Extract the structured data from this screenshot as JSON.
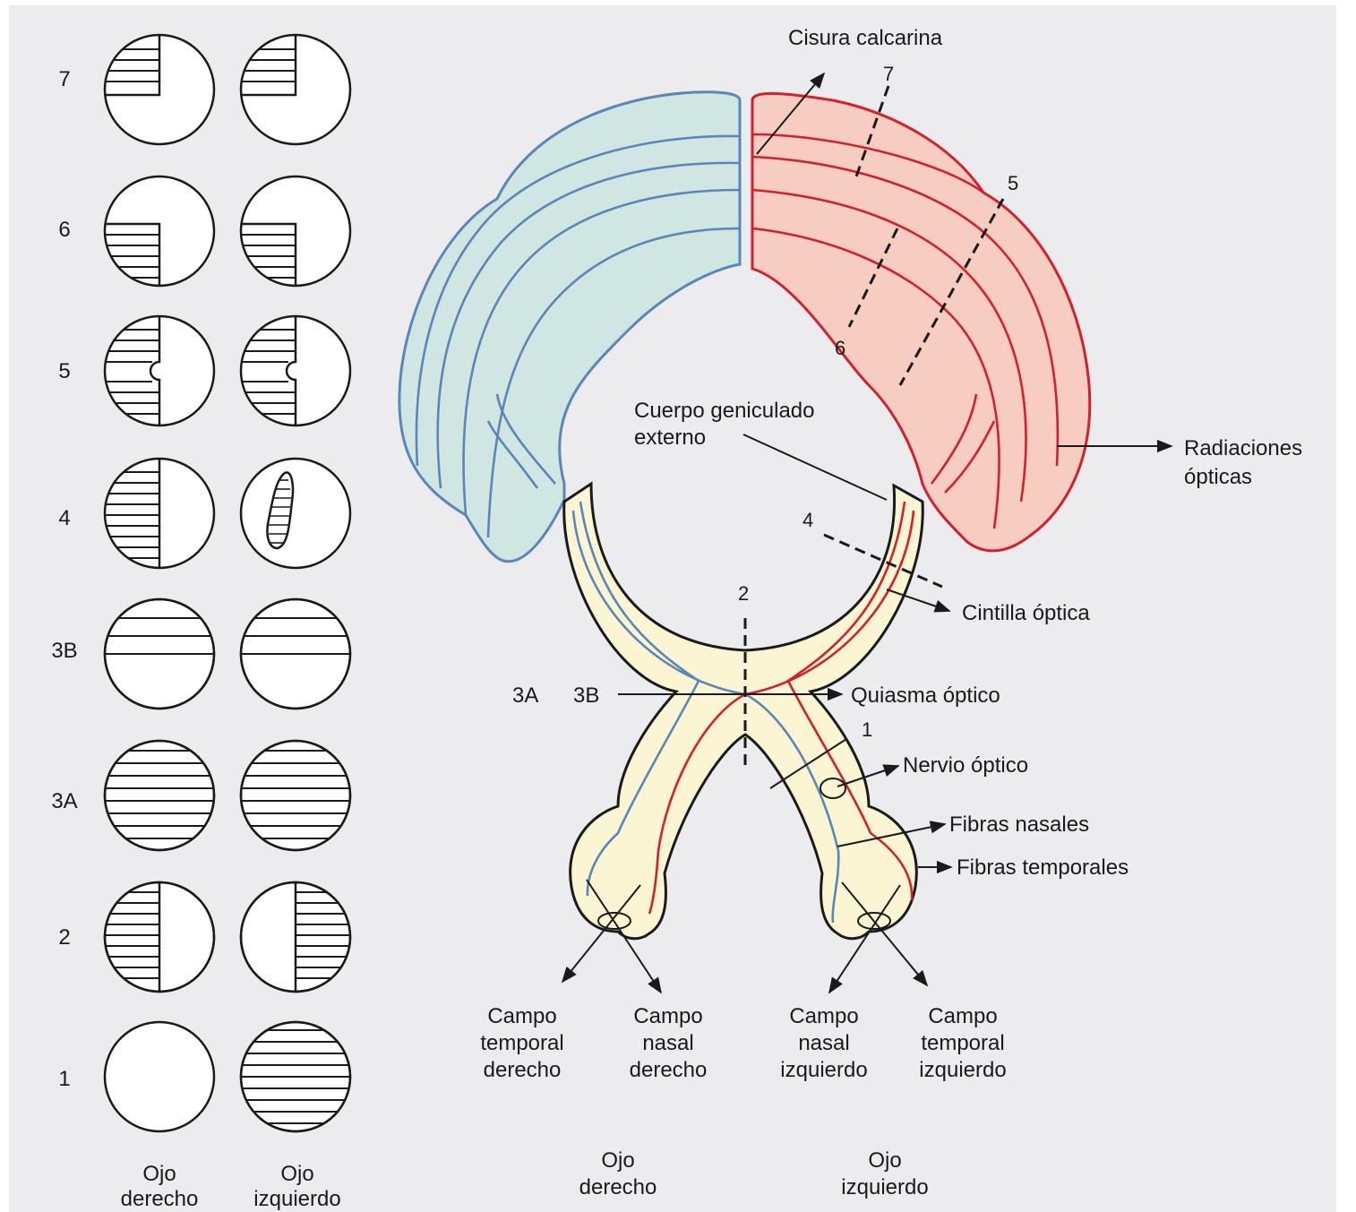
{
  "field_rows": [
    {
      "label": "7"
    },
    {
      "label": "6"
    },
    {
      "label": "5"
    },
    {
      "label": "4"
    },
    {
      "label": "3B"
    },
    {
      "label": "3A"
    },
    {
      "label": "2"
    },
    {
      "label": "1"
    }
  ],
  "columns": {
    "right_eye": [
      "Ojo",
      "derecho"
    ],
    "left_eye": [
      "Ojo",
      "izquierdo"
    ]
  },
  "labels": {
    "cisura_calcarina": "Cisura calcarina",
    "cuerpo_geniculado": [
      "Cuerpo geniculado",
      "externo"
    ],
    "radiaciones": [
      "Radiaciones",
      "ópticas"
    ],
    "cintilla": "Cintilla óptica",
    "quiasma": "Quiasma óptico",
    "nervio": "Nervio óptico",
    "fibras_nasales": "Fibras nasales",
    "fibras_temporales": "Fibras temporales",
    "lesion_3a": "3A",
    "lesion_3b": "3B",
    "lesion_1": "1",
    "lesion_2": "2",
    "lesion_4": "4",
    "lesion_5": "5",
    "lesion_6": "6",
    "lesion_7": "7"
  },
  "bottom_fields": {
    "campo_temporal_derecho": [
      "Campo",
      "temporal",
      "derecho"
    ],
    "campo_nasal_derecho": [
      "Campo",
      "nasal",
      "derecho"
    ],
    "campo_nasal_izquierdo": [
      "Campo",
      "nasal",
      "izquierdo"
    ],
    "campo_temporal_izquierdo": [
      "Campo",
      "temporal",
      "izquierdo"
    ]
  },
  "eyes_bottom": {
    "right": [
      "Ojo",
      "derecho"
    ],
    "left": [
      "Ojo",
      "izquierdo"
    ]
  },
  "colors": {
    "blue_fill": "#cfe6e2",
    "blue_stroke": "#5b86b8",
    "red_fill": "#f7cdc2",
    "red_stroke": "#d4202c",
    "nerve_fill": "#fbf5d3"
  }
}
